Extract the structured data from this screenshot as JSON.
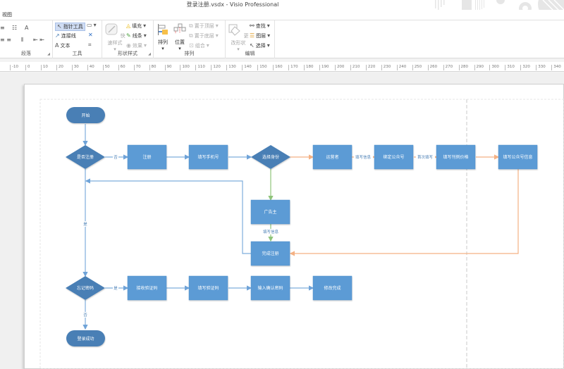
{
  "window": {
    "title": "登录注册.vsdx - Visio Professional"
  },
  "menu": {
    "items": [
      {
        "label": "视图"
      }
    ]
  },
  "ribbon": {
    "groups": [
      {
        "label": "段落"
      },
      {
        "label": "工具",
        "items": {
          "pointer": "指针工具",
          "connector": "连接线",
          "text": "文本"
        }
      },
      {
        "label": "形状样式",
        "items": {
          "quick_styles": "快速样式",
          "fill": "填充",
          "line": "线条",
          "effects": "效果"
        }
      },
      {
        "label": "排列",
        "items": {
          "align": "排列",
          "position": "位置",
          "bring_front": "置于顶层",
          "send_back": "置于底层",
          "group": "组合"
        }
      },
      {
        "label": "编辑",
        "items": {
          "change_shape": "更改形状",
          "find": "查找",
          "layers": "图层",
          "select": "选择"
        }
      }
    ]
  },
  "ruler": {
    "ticks": [
      "-10",
      "0",
      "10",
      "20",
      "30",
      "40",
      "50",
      "60",
      "70",
      "80",
      "90",
      "100",
      "110",
      "120",
      "130",
      "140",
      "150",
      "160",
      "170",
      "180",
      "190",
      "200",
      "210",
      "220",
      "230",
      "240",
      "250",
      "260",
      "270",
      "280",
      "290",
      "300",
      "310",
      "320",
      "330",
      "340"
    ]
  },
  "colors": {
    "shape": "#5b9bd5",
    "shape_dark": "#4a7fb5",
    "edge_blue": "#7eaedc",
    "edge_orange": "#f4b183",
    "edge_green": "#8fc47a"
  },
  "flow": {
    "nodes": {
      "start": "开始",
      "is_registered": "是否注册",
      "register": "注册",
      "fill_phone": "填写手机号",
      "choose_role": "选择身份",
      "operator": "运营者",
      "bind_account": "绑定公众号",
      "fill_price": "填写刊例价格",
      "fill_account_info": "填写公众号信息",
      "advertiser": "广告主",
      "finish_register": "完成注册",
      "forgot_password": "忘记密码",
      "receive_code": "接收验证码",
      "fill_code": "填写验证码",
      "confirm_password": "输入确认密码",
      "modify_done": "修改完成",
      "login_success": "登录成功"
    },
    "edges": {
      "no_register": "否",
      "fill_info_1": "填写信息",
      "first_fill": "首次填写",
      "fill_info_2": "填写信息",
      "yes_down": "是",
      "yes_forgot": "是",
      "no_forgot": "否"
    }
  }
}
